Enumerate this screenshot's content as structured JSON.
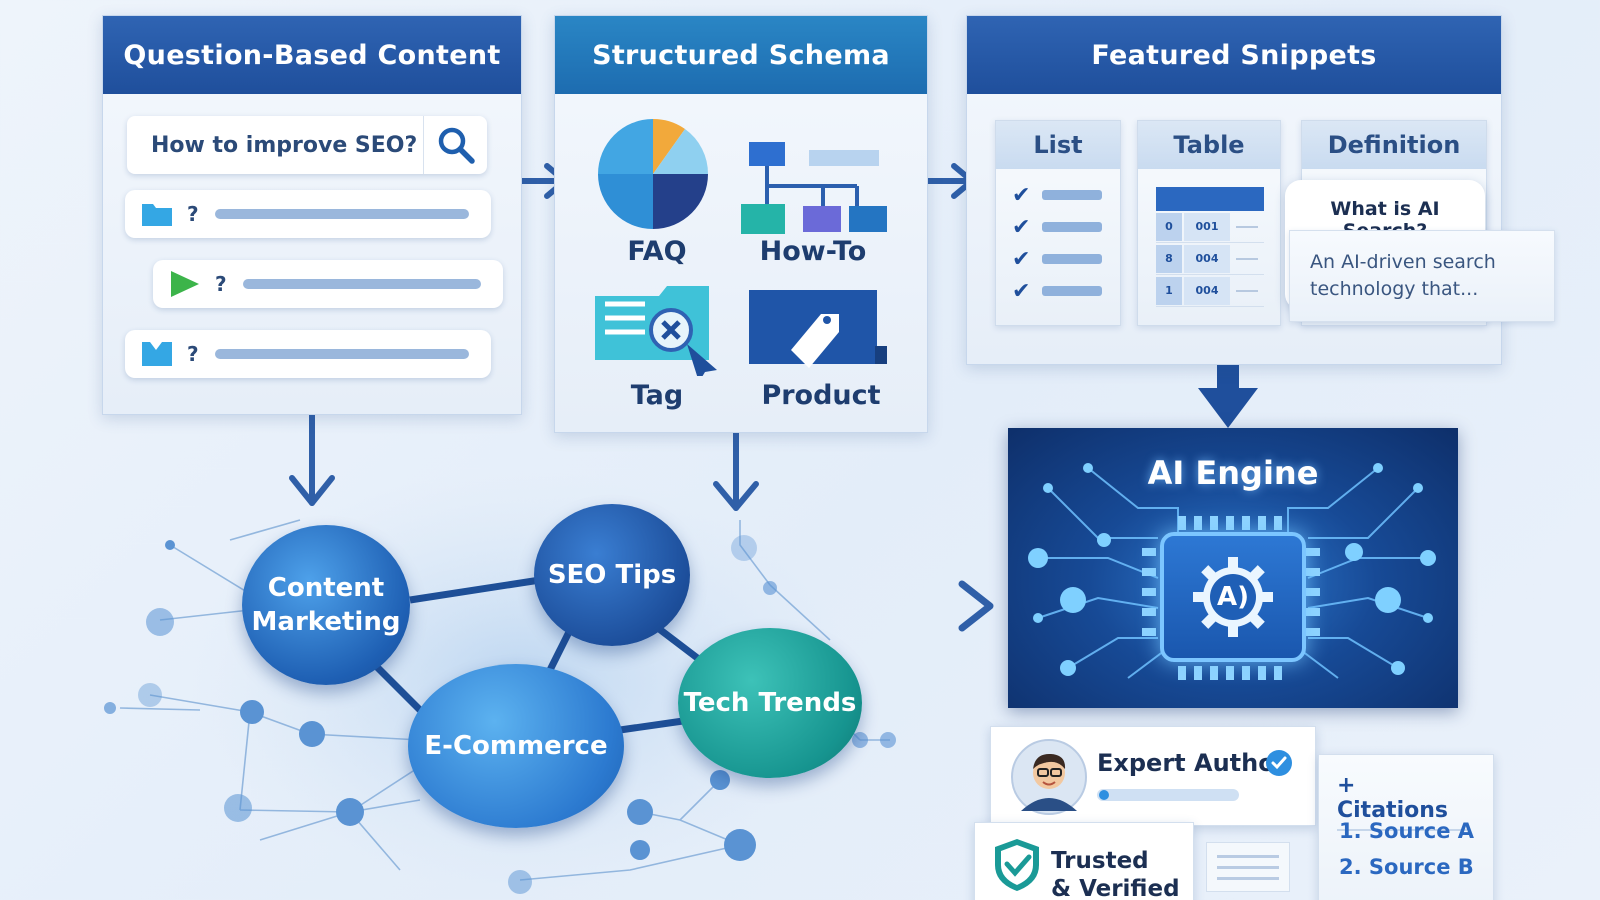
{
  "panels": {
    "question": {
      "title": "Question-Based Content",
      "search_text": "How to improve SEO?",
      "rows": [
        {
          "mark": "?"
        },
        {
          "mark": "?"
        },
        {
          "mark": "?"
        }
      ]
    },
    "schema": {
      "title": "Structured Schema",
      "items": [
        "FAQ",
        "How-To",
        "Tag",
        "Product"
      ]
    },
    "snippets": {
      "title": "Featured Snippets",
      "list": {
        "label": "List"
      },
      "table": {
        "label": "Table",
        "rows": [
          [
            "0",
            "001"
          ],
          [
            "8",
            "004"
          ],
          [
            "1",
            "004"
          ]
        ]
      },
      "definition": {
        "label": "Definition",
        "question": "What is AI Search?",
        "answer_line1": "An AI-driven search",
        "answer_line2": "technology that..."
      }
    }
  },
  "topics": [
    "Content",
    "Marketing",
    "SEO Tips",
    "E-Commerce",
    "Tech Trends"
  ],
  "engine": {
    "title": "AI Engine",
    "chip_label": "A)"
  },
  "author": {
    "name": "Expert Author"
  },
  "trust": {
    "line1": "Trusted",
    "line2": "& Verified"
  },
  "citations": {
    "title": "+ Citations",
    "items": [
      "1. Source A",
      "2. Source B"
    ]
  },
  "colors": {
    "primary": "#1f4f9c",
    "accent": "#2b68c0",
    "teal": "#1a9a97",
    "engine_bg": "#174a96"
  }
}
